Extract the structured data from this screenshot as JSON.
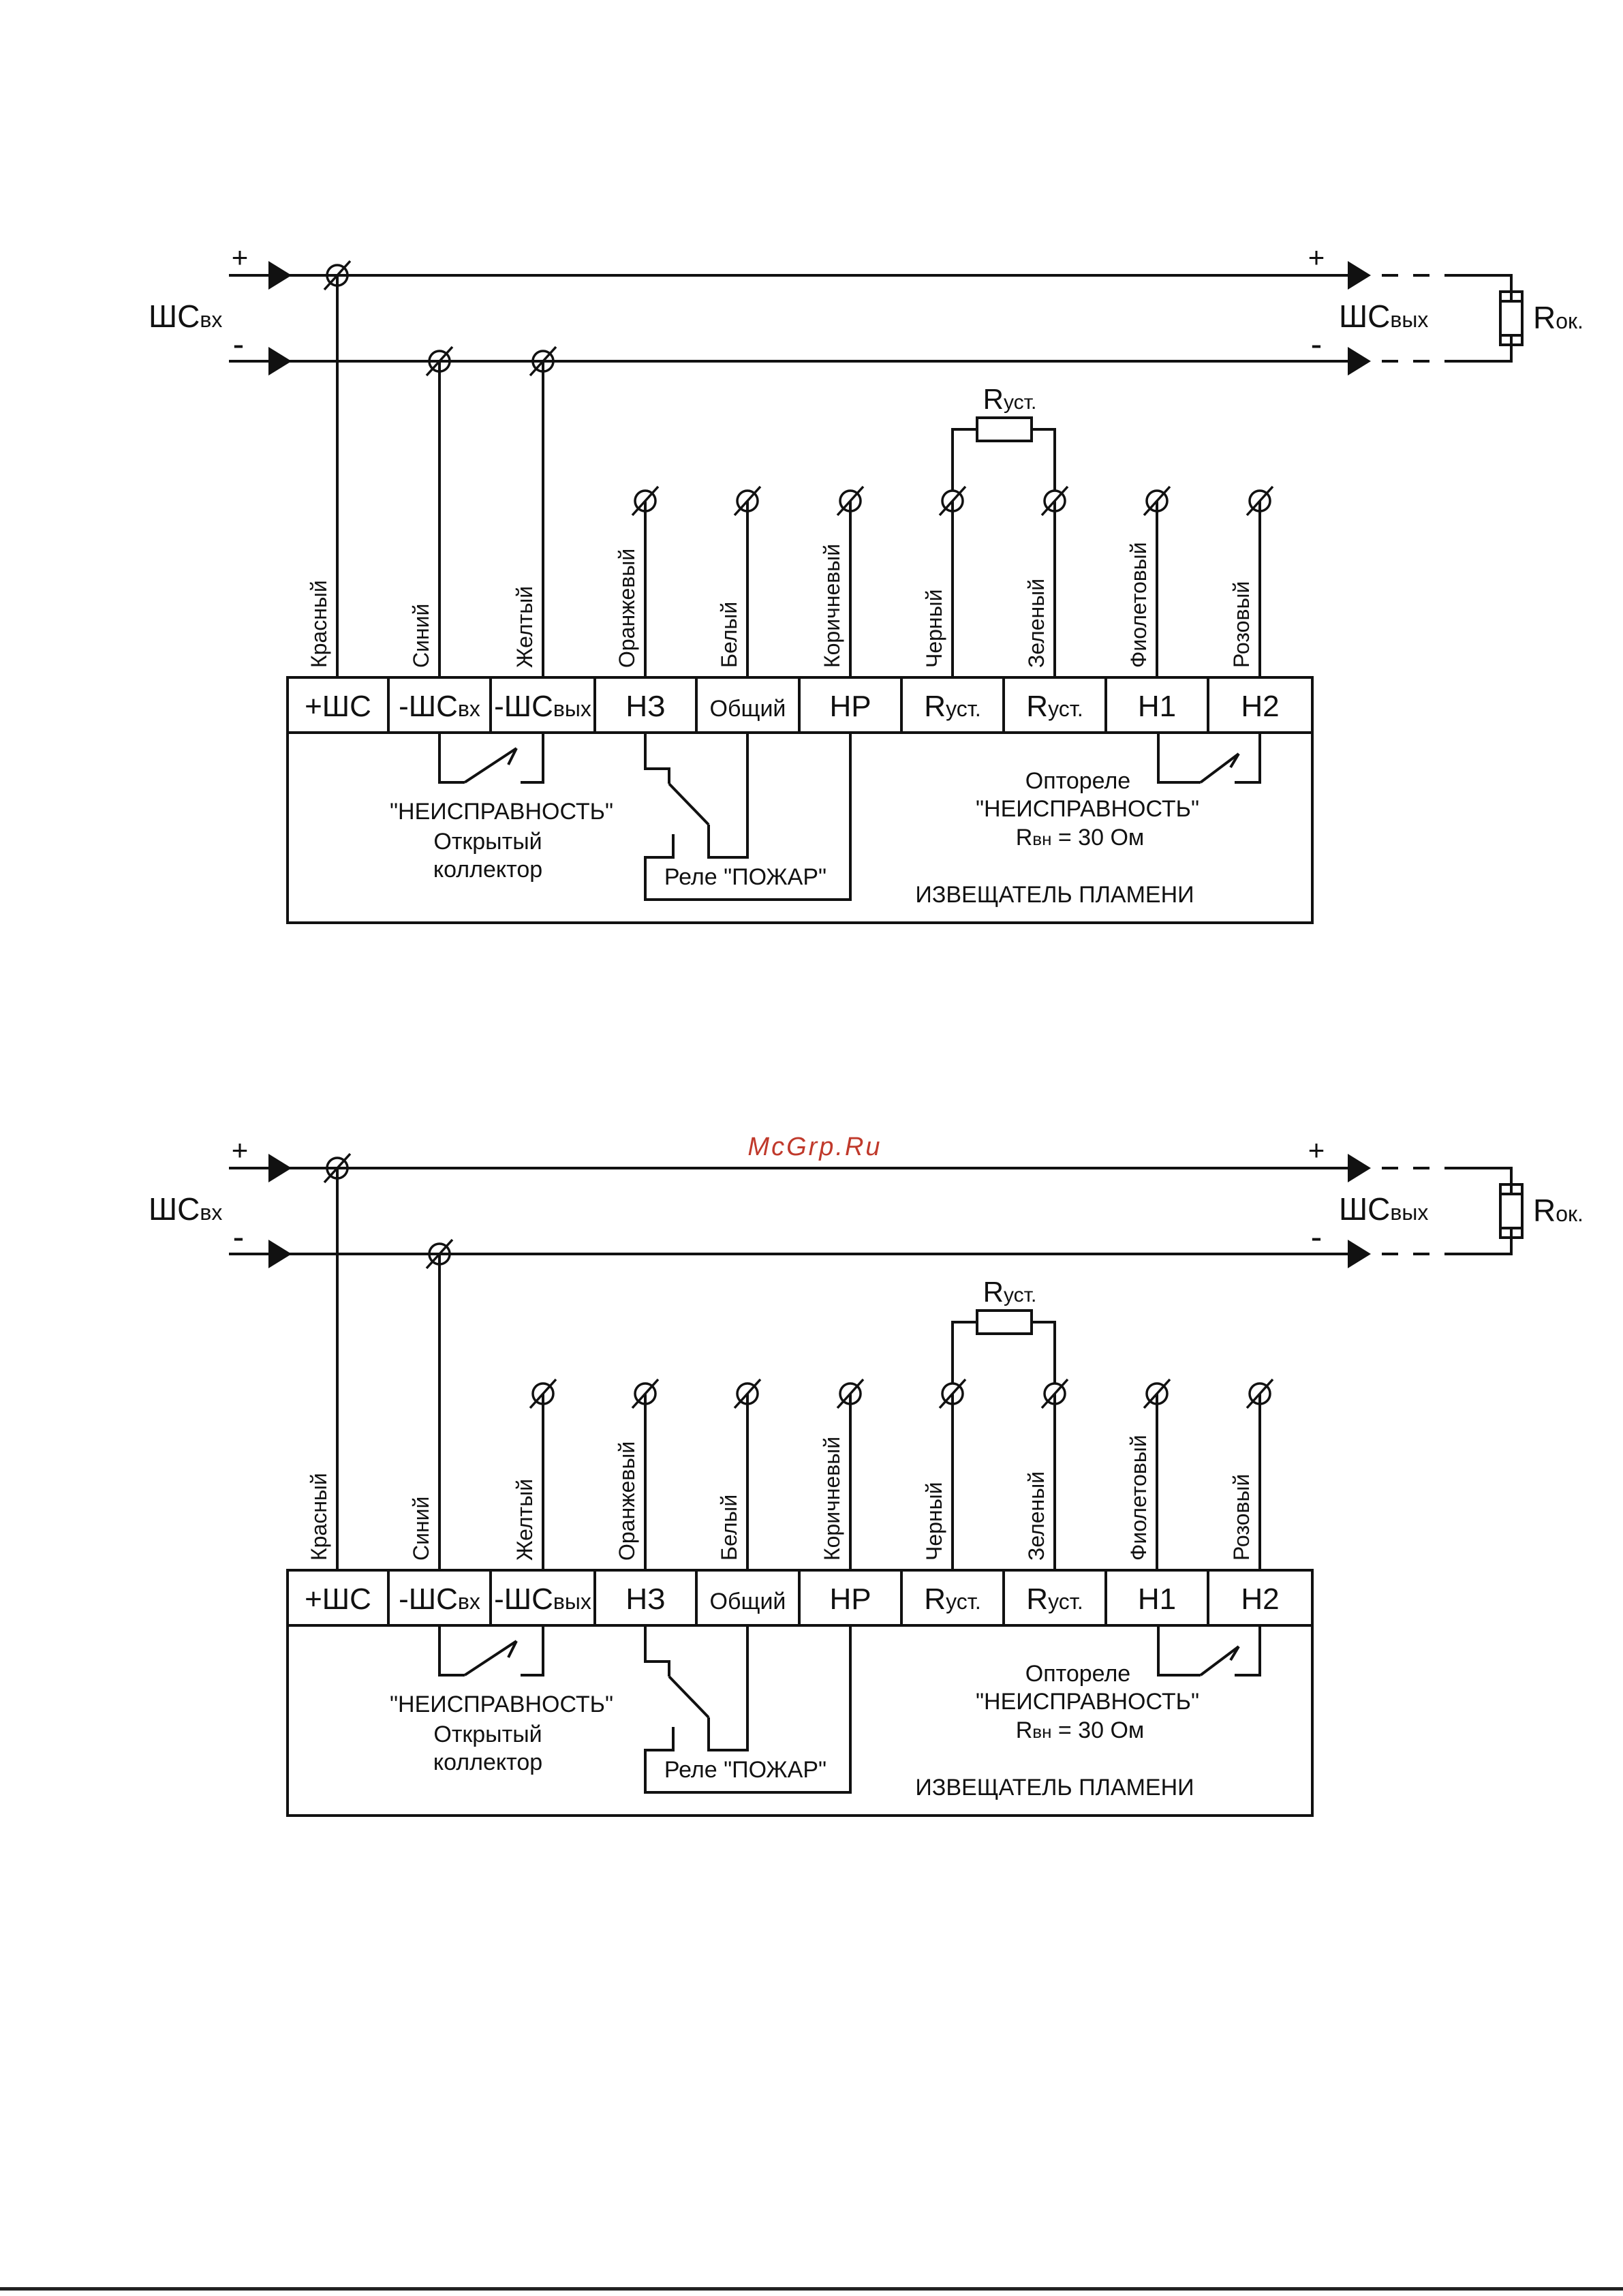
{
  "watermark": "McGrp.Ru",
  "bus_labels": {
    "plus": "+",
    "minus": "-",
    "in_main": "ШС",
    "in_sub": "вх",
    "out_main": "ШС",
    "out_sub": "вых",
    "eol_main": "R",
    "eol_sub": "ок."
  },
  "r_set": {
    "main": "R",
    "sub": "уст."
  },
  "wire_colors": [
    "Красный",
    "Синий",
    "Желтый",
    "Оранжевый",
    "Белый",
    "Коричневый",
    "Черный",
    "Зеленый",
    "Фиолетовый",
    "Розовый"
  ],
  "terminals": [
    {
      "main": "+ШС",
      "sub": ""
    },
    {
      "main": "-ШС",
      "sub": "вх"
    },
    {
      "main": "-ШС",
      "sub": "вых"
    },
    {
      "main": "НЗ",
      "sub": ""
    },
    {
      "main": "Общий",
      "sub": ""
    },
    {
      "main": "НР",
      "sub": ""
    },
    {
      "main": "R",
      "sub": "уст."
    },
    {
      "main": "R",
      "sub": "уст."
    },
    {
      "main": "Н1",
      "sub": ""
    },
    {
      "main": "Н2",
      "sub": ""
    }
  ],
  "fault_output": {
    "line1": "\"НЕИСПРАВНОСТЬ\"",
    "line2": "Открытый",
    "line3": "коллектор"
  },
  "fire_relay": "Реле \"ПОЖАР\"",
  "optorelay": {
    "line1": "Оптореле",
    "line2": "\"НЕИСПРАВНОСТЬ\"",
    "line3_main": "R",
    "line3_sub": "вн",
    "line3_rest": " = 30 Ом"
  },
  "device_name": "ИЗВЕЩАТЕЛЬ ПЛАМЕНИ",
  "diagrams": [
    {
      "id": "diagram-1",
      "yellow_wire_to_bus": true
    },
    {
      "id": "diagram-2",
      "yellow_wire_to_bus": false
    }
  ]
}
